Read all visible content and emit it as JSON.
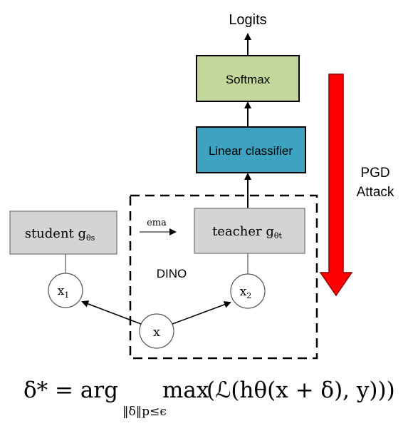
{
  "diagram": {
    "logits_label": "Logits",
    "softmax_label": "Softmax",
    "classifier_label": "Linear classifier",
    "pgd_line1": "PGD",
    "pgd_line2": "Attack",
    "student_label": "student g",
    "student_sub": "θs",
    "teacher_label": "teacher g",
    "teacher_sub": "θt",
    "ema_label": "ema",
    "dino_label": "DINO",
    "x1_label": "x",
    "x1_sub": "1",
    "x2_label": "x",
    "x2_sub": "2",
    "x_label": "x"
  },
  "formula": {
    "lhs": "δ* = arg",
    "max": "max",
    "sub": "‖δ‖p≤ϵ",
    "body": "(ℒ(hθ(x + δ), y)))"
  },
  "colors": {
    "softmax_fill": "#c4d79b",
    "classifier_fill": "#3ea3c0",
    "gray_fill": "#d4d4d4",
    "arrow_red": "#ff0000"
  }
}
